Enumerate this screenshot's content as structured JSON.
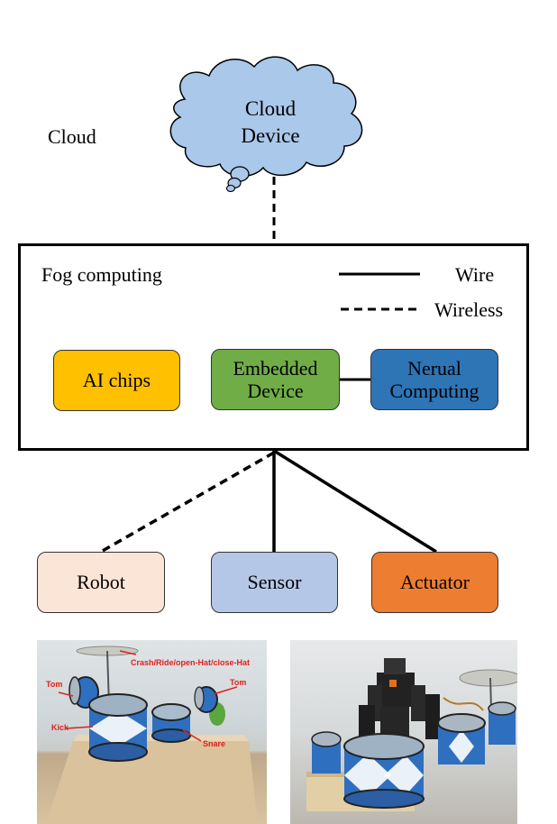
{
  "cloud": {
    "layer_label": "Cloud",
    "device_line1": "Cloud",
    "device_line2": "Device",
    "fill": "#a9c8ea"
  },
  "fog": {
    "label": "Fog computing",
    "legend": {
      "wire": "Wire",
      "wireless": "Wireless"
    },
    "nodes": [
      {
        "line1": "AI chips",
        "line2": "",
        "fill": "#ffc000"
      },
      {
        "line1": "Embedded",
        "line2": "Device",
        "fill": "#70ad47"
      },
      {
        "line1": "Nerual",
        "line2": "Computing",
        "fill": "#2e75b6"
      }
    ]
  },
  "devices": [
    {
      "label": "Robot",
      "fill": "#fbe5d6"
    },
    {
      "label": "Sensor",
      "fill": "#b4c7e7"
    },
    {
      "label": "Actuator",
      "fill": "#ed7d31"
    }
  ],
  "photos": {
    "left_annotations": {
      "crash": "Crash/Ride/open-Hat/close-Hat",
      "tom_left": "Tom",
      "tom_right": "Tom",
      "kick": "Kick",
      "snare": "Snare"
    }
  }
}
